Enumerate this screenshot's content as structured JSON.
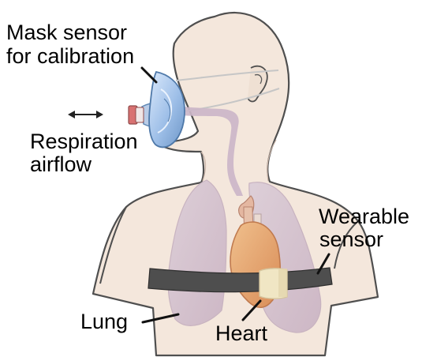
{
  "labels": {
    "mask_line1": "Mask sensor",
    "mask_line2": "for calibration",
    "respiration_line1": "Respiration",
    "respiration_line2": "airflow",
    "wearable_line1": "Wearable",
    "wearable_line2": "sensor",
    "lung": "Lung",
    "heart": "Heart"
  },
  "colors": {
    "skin": "#f4e7dc",
    "outline": "#4f4f4f",
    "lung": "#d7c5cf",
    "airway": "#cbb6c8",
    "heart": "#e2a674",
    "vessel": "#e4b7a1",
    "mask": "#9bbde6",
    "mask_dark": "#5e87b4",
    "strap": "#4e4e4e",
    "sensor": "#f0e6c4",
    "leader": "#111111"
  }
}
